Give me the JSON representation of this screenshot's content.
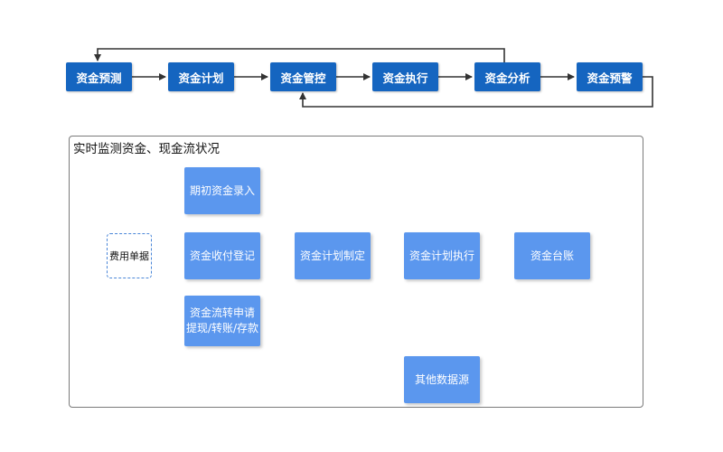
{
  "flow_top": {
    "nodes": [
      "资金预测",
      "资金计划",
      "资金管控",
      "资金执行",
      "资金分析",
      "资金预警"
    ]
  },
  "panel": {
    "title": "实时监测资金、现金流状况",
    "source": "费用单据",
    "opening": "期初资金录入",
    "register": "资金收付登记",
    "transfer": [
      "资金流转申请",
      "提现/转账/存款"
    ],
    "plan_make": "资金计划制定",
    "plan_exec": "资金计划执行",
    "ledger": "资金台账",
    "other": "其他数据源"
  }
}
